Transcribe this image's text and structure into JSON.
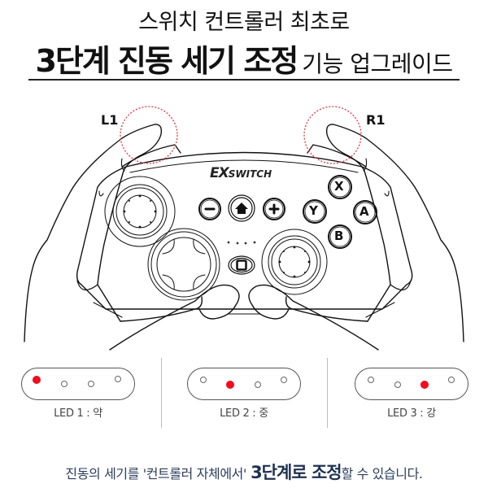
{
  "header": {
    "line1": "스위치 컨트롤러 최초로",
    "line2_bold": "3단계 진동 세기 조정",
    "line2_light": "기능 업그레이드"
  },
  "illustration": {
    "brand_logo": "EXSWITCH",
    "brand_logo_ex": "EX",
    "brand_logo_rest": "SWITCH",
    "shoulder_labels": {
      "left": "L1",
      "right": "R1"
    },
    "face_buttons": {
      "x": "X",
      "y": "Y",
      "a": "A",
      "b": "B"
    },
    "system_buttons": [
      "minus-icon",
      "home-icon",
      "plus-icon",
      "capture-icon"
    ],
    "highlight_color": "#e8333f"
  },
  "led_modes": [
    {
      "label": "LED 1 : 약",
      "active_index": 0
    },
    {
      "label": "LED 2 : 중",
      "active_index": 1
    },
    {
      "label": "LED 3 : 강",
      "active_index": 2
    }
  ],
  "colors": {
    "led_on": "#f00d1f",
    "led_off_stroke": "#666666",
    "footer_text": "#2c3e5c"
  },
  "footer": {
    "prefix": "진동의 세기를 '컨트롤러 자체에서'",
    "emphasis": "3단계로 조정",
    "suffix": "할 수 있습니다."
  }
}
